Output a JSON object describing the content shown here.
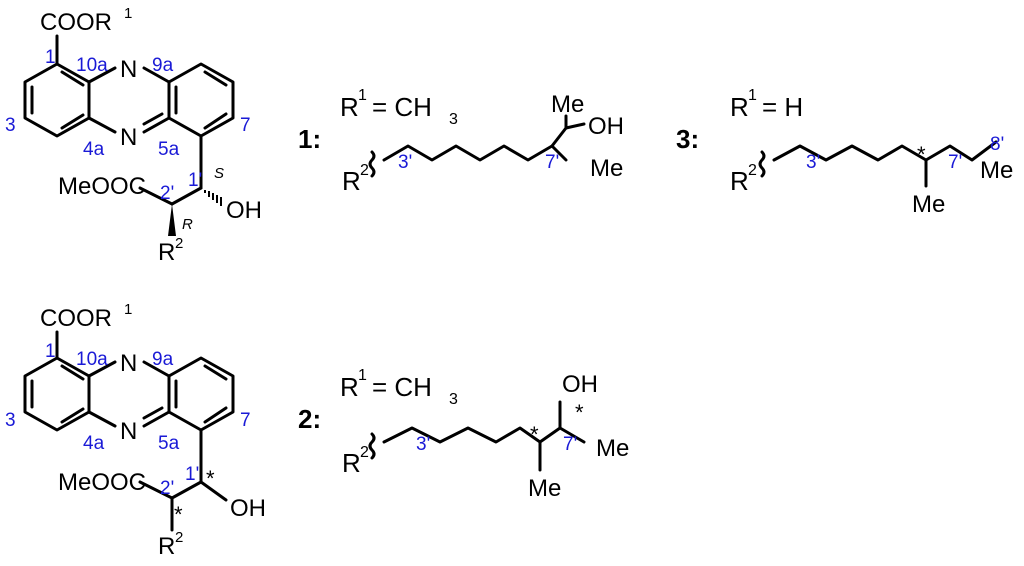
{
  "colors": {
    "ink": "#000000",
    "numbering": "#1a1ad6",
    "background": "#ffffff"
  },
  "core": {
    "coor": "COOR",
    "r1_sup": "1",
    "n": "N",
    "meooc": "MeOOC",
    "oh": "OH",
    "r2": "R",
    "r2_sup": "2",
    "stereo_s": "S",
    "stereo_r": "R",
    "numbering": {
      "c1": "1",
      "c10a": "10a",
      "c9a": "9a",
      "c3": "3",
      "c7": "7",
      "c4a": "4a",
      "c5a": "5a",
      "c1p": "1'",
      "c2p": "2'"
    },
    "star": "*"
  },
  "compounds": [
    {
      "label": "1:",
      "r1_def": "R",
      "r1_sup": "1",
      "r1_eq": " = CH",
      "r1_sub": "3",
      "chain_numbers": [
        "3'",
        "7'"
      ],
      "groups": [
        "Me",
        "OH",
        "Me"
      ]
    },
    {
      "label": "2:",
      "r1_def": "R",
      "r1_sup": "1",
      "r1_eq": " = CH",
      "r1_sub": "3",
      "chain_numbers": [
        "3'",
        "7'"
      ],
      "groups": [
        "OH",
        "Me",
        "Me"
      ]
    },
    {
      "label": "3:",
      "r1_def": "R",
      "r1_sup": "1",
      "r1_eq": " = H",
      "chain_numbers": [
        "3'",
        "7'",
        "8'"
      ],
      "groups": [
        "Me",
        "Me"
      ]
    }
  ]
}
